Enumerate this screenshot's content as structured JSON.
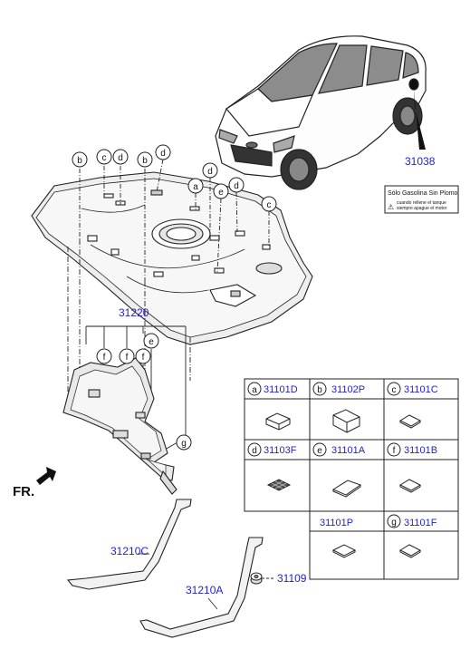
{
  "colors": {
    "label_blue": "#1f1fd0",
    "line": "#222222",
    "part_fill": "#d9d9d9"
  },
  "part_labels": {
    "p31038": "31038",
    "p31220": "31220",
    "p31210c": "31210C",
    "p31210a": "31210A",
    "p31109": "31109"
  },
  "decal": {
    "title": "Sólo Gasolina Sin Plomo",
    "line1": "cuando rellene el tanque",
    "line2": "siempre apague el motor"
  },
  "direction": {
    "fr": "FR."
  },
  "callouts": {
    "a": "a",
    "b": "b",
    "c": "c",
    "d": "d",
    "e": "e",
    "f": "f",
    "g": "g"
  },
  "legend": [
    {
      "letter": "a",
      "part": "31101D"
    },
    {
      "letter": "b",
      "part": "31102P"
    },
    {
      "letter": "c",
      "part": "31101C"
    },
    {
      "letter": "d",
      "part": "31103F"
    },
    {
      "letter": "e",
      "part": "31101A"
    },
    {
      "letter": "f",
      "part": "31101B"
    },
    {
      "letter": "",
      "part": "31101P"
    },
    {
      "letter": "g",
      "part": "31101F"
    }
  ]
}
